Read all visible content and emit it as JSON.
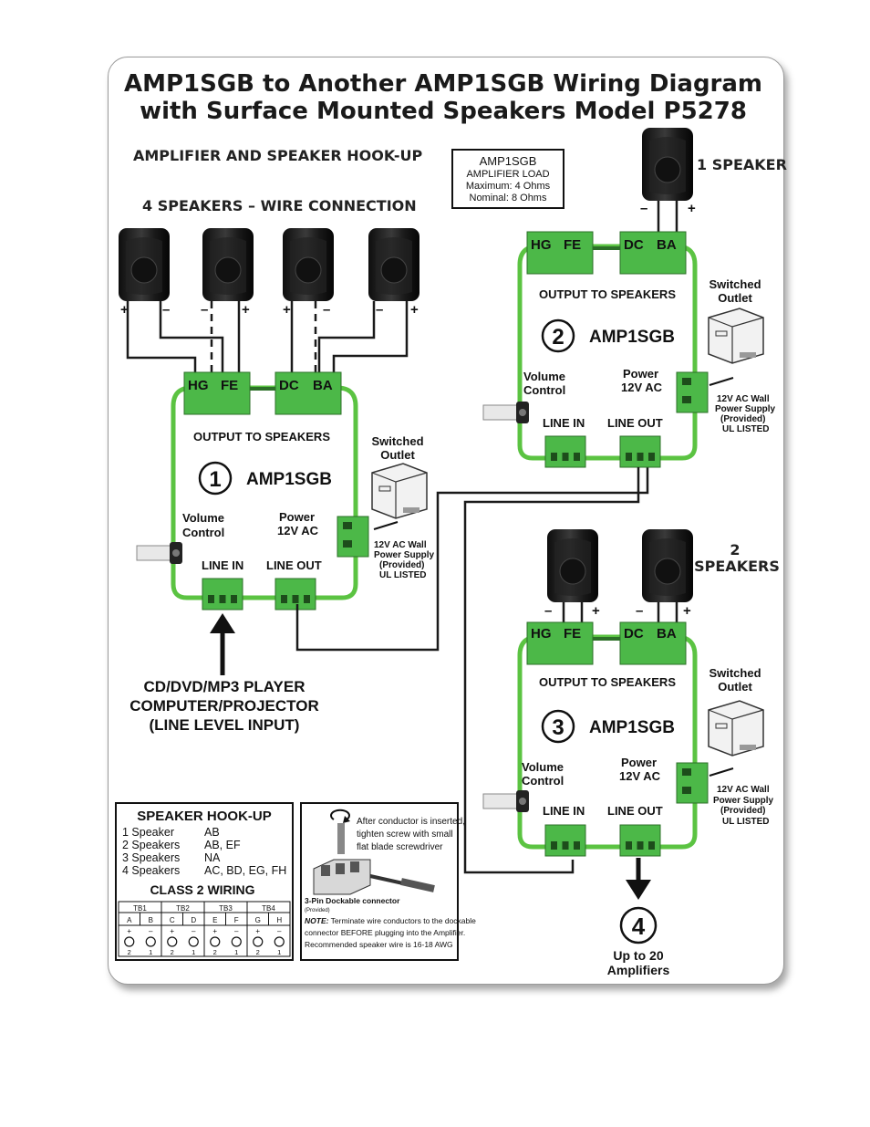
{
  "title": {
    "line1": "AMP1SGB to Another AMP1SGB Wiring Diagram",
    "line2": "with Surface Mounted Speakers Model P5278"
  },
  "headings": {
    "hookup": "AMPLIFIER AND SPEAKER HOOK-UP",
    "four_speakers": "4 SPEAKERS – WIRE CONNECTION",
    "one_speaker": "1 SPEAKER",
    "two_speakers_num": "2",
    "two_speakers_word": "SPEAKERS"
  },
  "load_box": {
    "title": "AMP1SGB",
    "line1": "AMPLIFIER LOAD",
    "line2": "Maximum: 4 Ohms",
    "line3": "Nominal:  8 Ohms"
  },
  "amp_labels": {
    "output": "OUTPUT TO SPEAKERS",
    "model": "AMP1SGB",
    "volume1": "Volume",
    "volume2": "Control",
    "power1": "Power",
    "power2": "12V AC",
    "line_in": "LINE IN",
    "line_out": "LINE OUT",
    "switched1": "Switched",
    "switched2": "Outlet",
    "supply1": "12V AC Wall",
    "supply2": "Power Supply",
    "supply3": "(Provided)",
    "supply4": "UL LISTED"
  },
  "amps": [
    {
      "number": "1"
    },
    {
      "number": "2"
    },
    {
      "number": "3"
    }
  ],
  "terminals": {
    "left": "HG",
    "left2": "FE",
    "right": "DC",
    "right2": "BA"
  },
  "polarity": {
    "plus": "+",
    "minus": "–"
  },
  "input_source": {
    "line1": "CD/DVD/MP3 PLAYER",
    "line2": "COMPUTER/PROJECTOR",
    "line3": "(LINE LEVEL INPUT)"
  },
  "chain_end": {
    "number": "4",
    "line1": "Up to 20",
    "line2": "Amplifiers"
  },
  "hookup_table": {
    "title": "SPEAKER HOOK-UP",
    "rows": [
      {
        "label": "1 Speaker",
        "value": "AB"
      },
      {
        "label": "2 Speakers",
        "value": "AB, EF"
      },
      {
        "label": "3 Speakers",
        "value": "NA"
      },
      {
        "label": "4 Speakers",
        "value": "AC, BD, EG, FH"
      }
    ],
    "class_title": "CLASS 2 WIRING",
    "tb_headers": [
      "TB1",
      "TB2",
      "TB3",
      "TB4"
    ],
    "letters": [
      "A",
      "B",
      "C",
      "D",
      "E",
      "F",
      "G",
      "H"
    ],
    "signs": [
      "+",
      "–",
      "+",
      "–",
      "+",
      "–",
      "+",
      "–"
    ],
    "nums": [
      "2",
      "1",
      "2",
      "1",
      "2",
      "1",
      "2",
      "1"
    ]
  },
  "connector_note": {
    "line1": "After conductor is inserted,",
    "line2": "tighten screw with small",
    "line3": "flat blade screwdriver",
    "connector1": "3-Pin Dockable connector",
    "connector2": "(Provided)",
    "note_label": "NOTE:",
    "note1": " Terminate wire conductors to the dockable",
    "note2": "connector BEFORE plugging into the Amplifier.",
    "note3": "Recommended speaker wire is 16-18 AWG"
  }
}
